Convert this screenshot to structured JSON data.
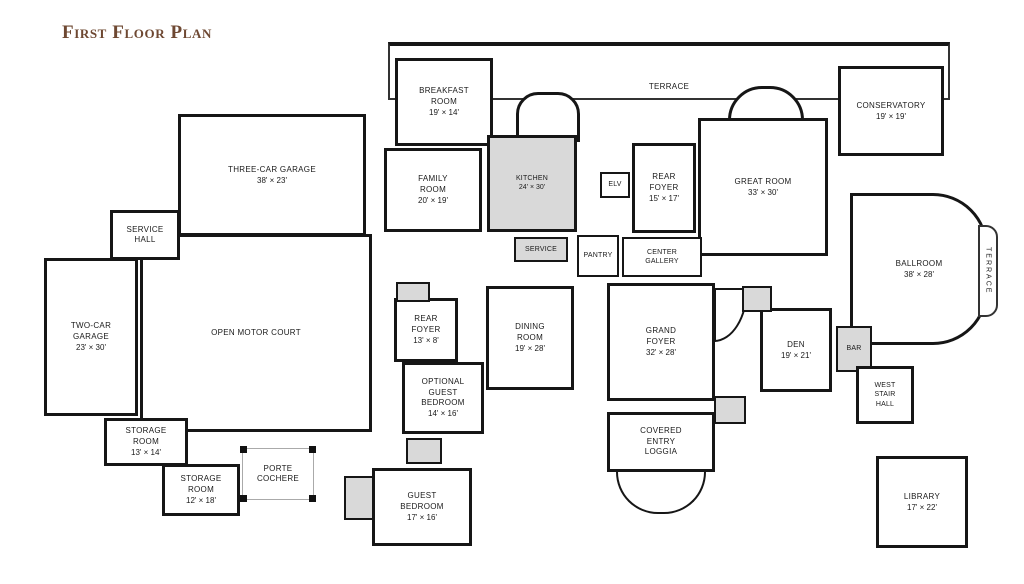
{
  "page": {
    "title": "First Floor Plan"
  },
  "colors": {
    "title_brown": "#6e4832",
    "wall_black": "#161616",
    "shaded_gray": "#d9d9d9"
  },
  "rooms": {
    "terrace_top": {
      "name": "TERRACE"
    },
    "breakfast_room": {
      "name": "BREAKFAST ROOM",
      "dims": "19' × 14'"
    },
    "conservatory": {
      "name": "CONSERVATORY",
      "dims": "19' × 19'"
    },
    "three_car_garage": {
      "name": "THREE-CAR GARAGE",
      "dims": "38' × 23'"
    },
    "family_room": {
      "name": "FAMILY ROOM",
      "dims": "20' × 19'"
    },
    "kitchen": {
      "name": "KITCHEN",
      "dims": "24' × 30'"
    },
    "elevator": {
      "name": "ELV"
    },
    "rear_foyer_upper": {
      "name": "REAR FOYER",
      "dims": "15' × 17'"
    },
    "great_room": {
      "name": "GREAT ROOM",
      "dims": "33' × 30'"
    },
    "service_hall": {
      "name": "SERVICE HALL"
    },
    "two_car_garage": {
      "name": "TWO-CAR GARAGE",
      "dims": "23' × 30'"
    },
    "open_motor_court": {
      "name": "OPEN MOTOR COURT"
    },
    "service": {
      "name": "SERVICE"
    },
    "pantry": {
      "name": "PANTRY"
    },
    "center_gallery": {
      "name": "CENTER GALLERY"
    },
    "ballroom": {
      "name": "BALLROOM",
      "dims": "38' × 28'"
    },
    "terrace_right": {
      "name": "TERRACE"
    },
    "rear_foyer_lower": {
      "name": "REAR FOYER",
      "dims": "13' × 8'"
    },
    "dining_room": {
      "name": "DINING ROOM",
      "dims": "19' × 28'"
    },
    "grand_foyer": {
      "name": "GRAND FOYER",
      "dims": "32' × 28'"
    },
    "den": {
      "name": "DEN",
      "dims": "19' × 21'"
    },
    "bar": {
      "name": "BAR"
    },
    "west_stair_hall": {
      "name": "WEST STAIR HALL"
    },
    "optional_guest_bedroom": {
      "name": "OPTIONAL GUEST BEDROOM",
      "dims": "14' × 16'"
    },
    "storage_room_a": {
      "name": "STORAGE ROOM",
      "dims": "13' × 14'"
    },
    "storage_room_b": {
      "name": "STORAGE ROOM",
      "dims": "12' × 18'"
    },
    "porte_cochere": {
      "name": "PORTE COCHERE"
    },
    "guest_bedroom": {
      "name": "GUEST BEDROOM",
      "dims": "17' × 16'"
    },
    "covered_entry_loggia": {
      "name": "COVERED ENTRY LOGGIA"
    },
    "library": {
      "name": "LIBRARY",
      "dims": "17' × 22'"
    }
  }
}
